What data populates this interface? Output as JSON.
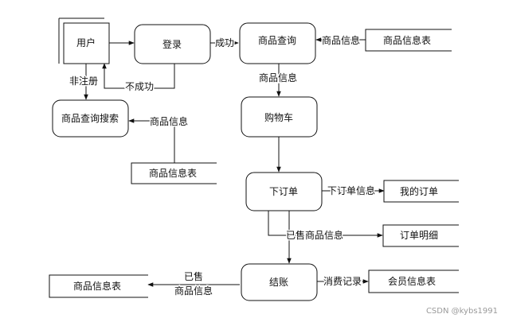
{
  "nodes": {
    "user": "用户",
    "login": "登录",
    "product_query": "商品查询",
    "product_search": "商品查询搜索",
    "cart": "购物车",
    "order": "下订单",
    "checkout": "结账",
    "store_top": "商品信息表",
    "store_left": "商品信息表",
    "store_bottom": "商品信息表",
    "my_orders": "我的订单",
    "order_detail": "订单明细",
    "member_info": "会员信息表"
  },
  "edges": {
    "success": "成功",
    "fail": "不成功",
    "unregistered": "非注册",
    "info_top": "商品信息",
    "info_query_cart": "商品信息",
    "info_left": "商品信息",
    "order_info": "下订单信息",
    "sold_info": "已售商品信息",
    "consume_record": "消费记录",
    "sold_line1": "已售",
    "sold_line2": "商品信息"
  },
  "watermark": "CSDN @kybs1991"
}
